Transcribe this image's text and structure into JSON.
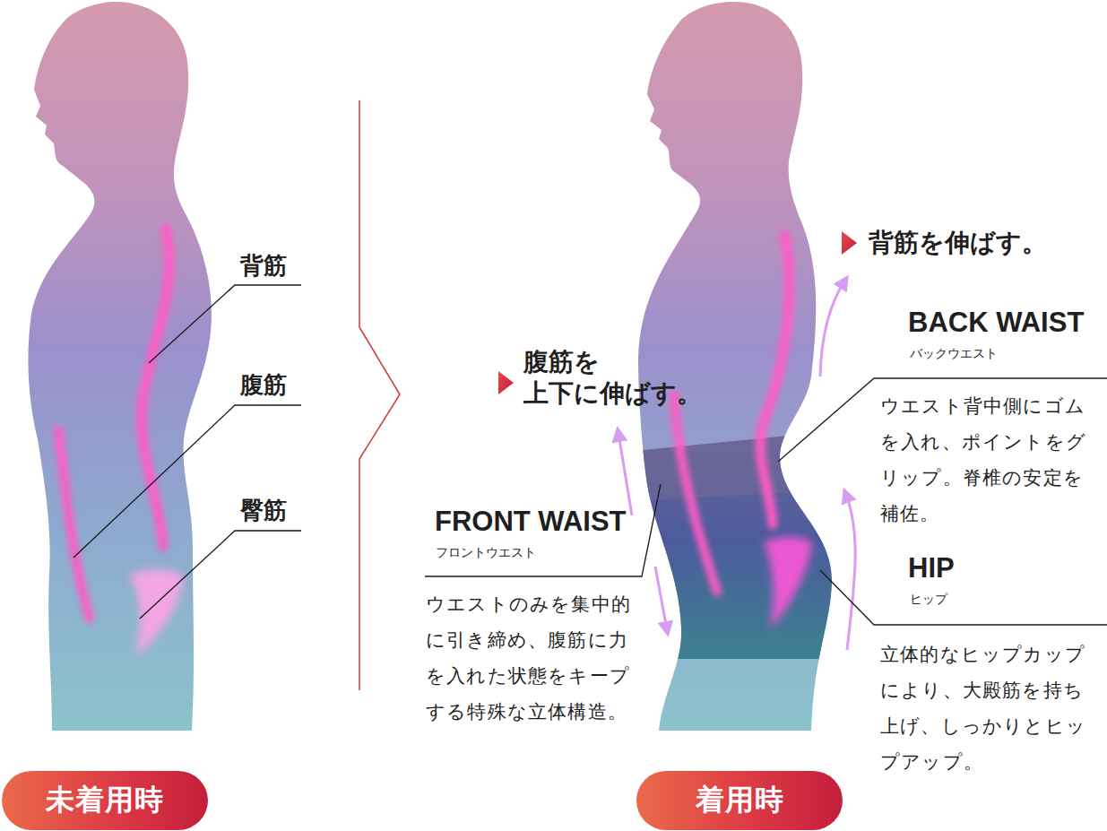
{
  "diagram": {
    "nodes": [
      {
        "text": [
          "未着用時"
        ]
      },
      {
        "text": [
          "着用時"
        ]
      }
    ],
    "labels": [
      "背筋",
      "腹筋",
      "臀筋",
      "背筋を伸ばす。",
      "BACK WAIST",
      "バックウエスト",
      "ウエスト背中側にゴムを入れ、ポイントをグリップ。脊椎の安定を補佐。",
      "腹筋を 上下に伸ばす。",
      "FRONT WAIST",
      "フロントウエスト",
      "ウエストのみを集中的に引き締め、腹筋に力を入れた状態をキープする特殊な立体構造。",
      "HIP",
      "ヒップ",
      "立体的なヒップカップにより、大殿筋を持ち上げ、しっかりとヒップアップ。"
    ]
  }
}
